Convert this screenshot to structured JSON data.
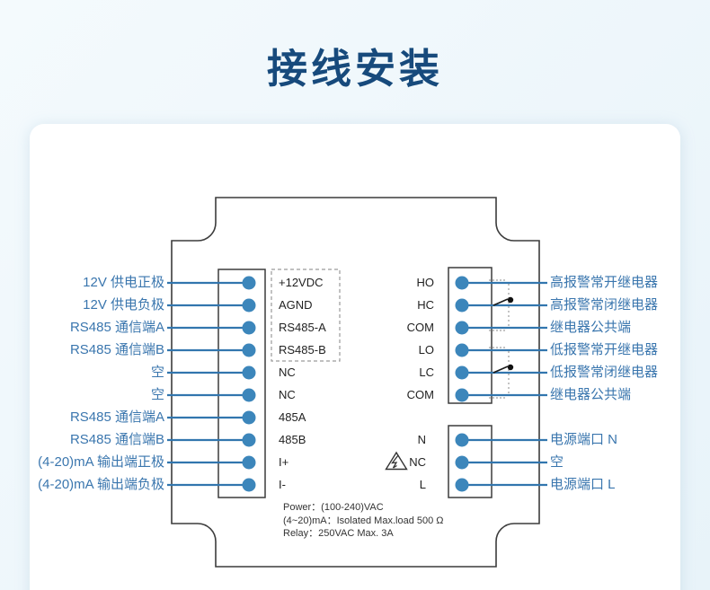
{
  "title": "接线安装",
  "colors": {
    "title_navy": "#174a7c",
    "label_blue": "#3a76ae",
    "wire_blue": "#3276ae",
    "dot_blue": "#3c86bb",
    "outline_dark": "#3c3c3c"
  },
  "left_terminal": {
    "rows": [
      {
        "label": "12V 供电正极",
        "pin": "+12VDC"
      },
      {
        "label": "12V 供电负极",
        "pin": "AGND"
      },
      {
        "label": "RS485 通信端A",
        "pin": "RS485-A"
      },
      {
        "label": "RS485 通信端B",
        "pin": "RS485-B"
      },
      {
        "label": "空",
        "pin": "NC"
      },
      {
        "label": "空",
        "pin": "NC"
      },
      {
        "label": "RS485 通信端A",
        "pin": "485A"
      },
      {
        "label": "RS485 通信端B",
        "pin": "485B"
      },
      {
        "label": "(4-20)mA 输出端正极",
        "pin": "I+"
      },
      {
        "label": "(4-20)mA 输出端负极",
        "pin": "I-"
      }
    ]
  },
  "relay_terminal": {
    "rows": [
      {
        "pin": "HO",
        "label": "高报警常开继电器"
      },
      {
        "pin": "HC",
        "label": "高报警常闭继电器"
      },
      {
        "pin": "COM",
        "label": "继电器公共端"
      },
      {
        "pin": "LO",
        "label": "低报警常开继电器"
      },
      {
        "pin": "LC",
        "label": "低报警常闭继电器"
      },
      {
        "pin": "COM",
        "label": "继电器公共端"
      }
    ]
  },
  "power_terminal": {
    "rows": [
      {
        "pin": "N",
        "label": "电源端口 N"
      },
      {
        "pin": "NC",
        "label": "空"
      },
      {
        "pin": "L",
        "label": "电源端口 L"
      }
    ]
  },
  "specs": [
    "Power：(100-240)VAC",
    "(4~20)mA：Isolated Max.load 500 Ω",
    "Relay：250VAC Max. 3A"
  ],
  "icons": {
    "warning": "high-voltage-warning-triangle"
  }
}
